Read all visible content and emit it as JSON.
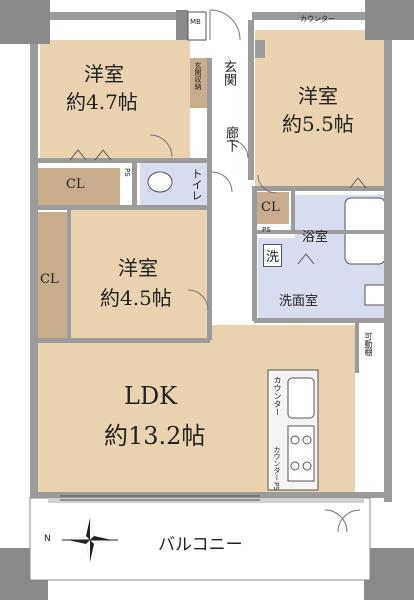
{
  "rooms": {
    "western1": {
      "name": "洋室",
      "size": "約4.7帖"
    },
    "western2": {
      "name": "洋室",
      "size": "約5.5帖"
    },
    "western3": {
      "name": "洋室",
      "size": "約4.5帖"
    },
    "ldk": {
      "name": "LDK",
      "size": "約13.2帖"
    }
  },
  "labels": {
    "mb": "MB",
    "entrance": "玄関",
    "shoe_storage": "玄関収納",
    "corridor": "廊下",
    "counter_top": "カウンター",
    "cl_left": "CL",
    "cl_mid": "CL",
    "cl_vertical": "CL",
    "ps1": "PS",
    "toilet": "トイレ",
    "ps2": "PS",
    "wash": "洗",
    "bath": "浴室",
    "washroom": "洗面室",
    "movable_shelf": "可動棚",
    "counter_kitchen": "カウンター",
    "counter_small": "カウンター",
    "ps3": "PS",
    "balcony": "バルコニー",
    "compass_n": "N"
  },
  "colors": {
    "floor_tan": "#e8d3ae",
    "storage_brown": "#c7ad8c",
    "wet_blue": "#d7dcee",
    "wall": "#9b9b9b",
    "pillar": "#8a8a8a"
  }
}
